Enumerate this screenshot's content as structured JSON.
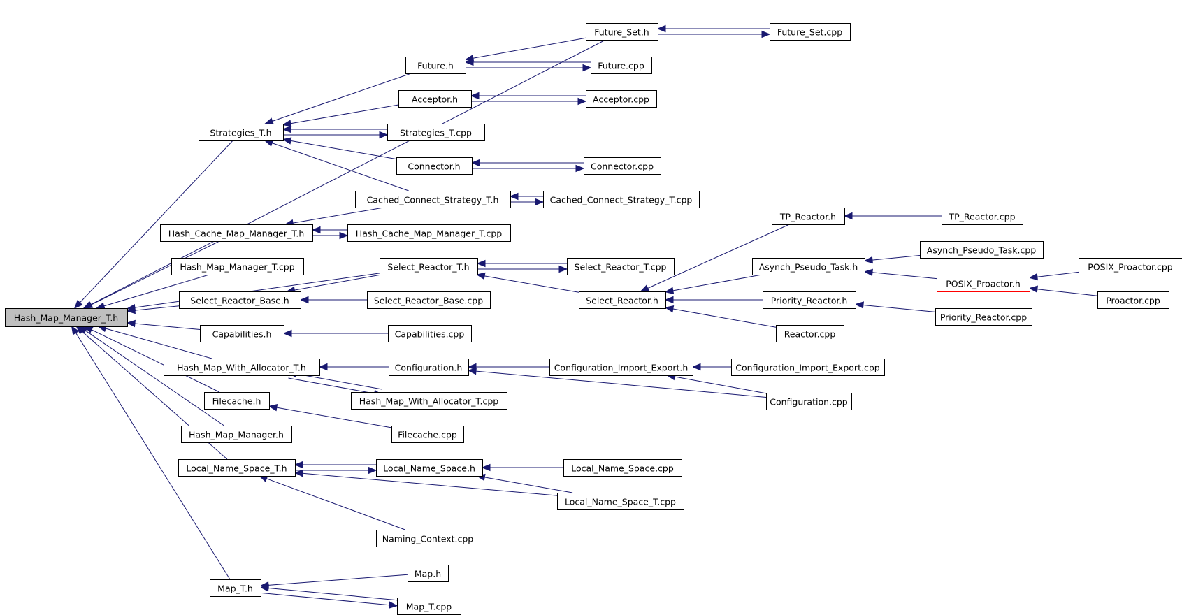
{
  "graph": {
    "nodes": [
      {
        "id": "hmm_t_h",
        "label": "Hash_Map_Manager_T.h",
        "root": true
      },
      {
        "id": "strategies_t_h",
        "label": "Strategies_T.h"
      },
      {
        "id": "hcmm_t_h",
        "label": "Hash_Cache_Map_Manager_T.h"
      },
      {
        "id": "hmm_t_cpp",
        "label": "Hash_Map_Manager_T.cpp"
      },
      {
        "id": "srb_h",
        "label": "Select_Reactor_Base.h"
      },
      {
        "id": "capabilities_h",
        "label": "Capabilities.h"
      },
      {
        "id": "hmwa_t_h",
        "label": "Hash_Map_With_Allocator_T.h"
      },
      {
        "id": "filecache_h",
        "label": "Filecache.h"
      },
      {
        "id": "hmm_h",
        "label": "Hash_Map_Manager.h"
      },
      {
        "id": "lns_t_h",
        "label": "Local_Name_Space_T.h"
      },
      {
        "id": "map_t_h",
        "label": "Map_T.h"
      },
      {
        "id": "future_h",
        "label": "Future.h"
      },
      {
        "id": "acceptor_h",
        "label": "Acceptor.h"
      },
      {
        "id": "strategies_t_cpp",
        "label": "Strategies_T.cpp"
      },
      {
        "id": "connector_h",
        "label": "Connector.h"
      },
      {
        "id": "ccs_t_h",
        "label": "Cached_Connect_Strategy_T.h"
      },
      {
        "id": "hcmm_t_cpp",
        "label": "Hash_Cache_Map_Manager_T.cpp"
      },
      {
        "id": "sr_t_h",
        "label": "Select_Reactor_T.h"
      },
      {
        "id": "srb_cpp",
        "label": "Select_Reactor_Base.cpp"
      },
      {
        "id": "capabilities_cpp",
        "label": "Capabilities.cpp"
      },
      {
        "id": "configuration_h",
        "label": "Configuration.h"
      },
      {
        "id": "hmwa_t_cpp",
        "label": "Hash_Map_With_Allocator_T.cpp"
      },
      {
        "id": "filecache_cpp",
        "label": "Filecache.cpp"
      },
      {
        "id": "lns_h",
        "label": "Local_Name_Space.h"
      },
      {
        "id": "naming_context_cpp",
        "label": "Naming_Context.cpp"
      },
      {
        "id": "map_h",
        "label": "Map.h"
      },
      {
        "id": "map_t_cpp",
        "label": "Map_T.cpp"
      },
      {
        "id": "future_set_h",
        "label": "Future_Set.h"
      },
      {
        "id": "future_cpp",
        "label": "Future.cpp"
      },
      {
        "id": "acceptor_cpp",
        "label": "Acceptor.cpp"
      },
      {
        "id": "connector_cpp",
        "label": "Connector.cpp"
      },
      {
        "id": "ccs_t_cpp",
        "label": "Cached_Connect_Strategy_T.cpp"
      },
      {
        "id": "sr_t_cpp",
        "label": "Select_Reactor_T.cpp"
      },
      {
        "id": "select_reactor_h",
        "label": "Select_Reactor.h"
      },
      {
        "id": "cie_h",
        "label": "Configuration_Import_Export.h"
      },
      {
        "id": "lns_cpp",
        "label": "Local_Name_Space.cpp"
      },
      {
        "id": "lns_t_cpp",
        "label": "Local_Name_Space_T.cpp"
      },
      {
        "id": "future_set_cpp",
        "label": "Future_Set.cpp"
      },
      {
        "id": "tp_reactor_h",
        "label": "TP_Reactor.h"
      },
      {
        "id": "apt_h",
        "label": "Asynch_Pseudo_Task.h"
      },
      {
        "id": "priority_reactor_h",
        "label": "Priority_Reactor.h"
      },
      {
        "id": "reactor_cpp",
        "label": "Reactor.cpp"
      },
      {
        "id": "cie_cpp",
        "label": "Configuration_Import_Export.cpp"
      },
      {
        "id": "configuration_cpp",
        "label": "Configuration.cpp"
      },
      {
        "id": "tp_reactor_cpp",
        "label": "TP_Reactor.cpp"
      },
      {
        "id": "apt_cpp",
        "label": "Asynch_Pseudo_Task.cpp"
      },
      {
        "id": "posix_proactor_h",
        "label": "POSIX_Proactor.h",
        "highlight": true
      },
      {
        "id": "priority_reactor_cpp",
        "label": "Priority_Reactor.cpp"
      },
      {
        "id": "posix_proactor_cpp",
        "label": "POSIX_Proactor.cpp"
      },
      {
        "id": "proactor_cpp",
        "label": "Proactor.cpp"
      }
    ],
    "edges": [
      [
        "strategies_t_h",
        "hmm_t_h"
      ],
      [
        "hcmm_t_h",
        "hmm_t_h"
      ],
      [
        "hmm_t_cpp",
        "hmm_t_h"
      ],
      [
        "srb_h",
        "hmm_t_h"
      ],
      [
        "capabilities_h",
        "hmm_t_h"
      ],
      [
        "hmwa_t_h",
        "hmm_t_h"
      ],
      [
        "filecache_h",
        "hmm_t_h"
      ],
      [
        "hmm_h",
        "hmm_t_h"
      ],
      [
        "lns_t_h",
        "hmm_t_h"
      ],
      [
        "map_t_h",
        "hmm_t_h"
      ],
      [
        "future_set_h",
        "hmm_t_h"
      ],
      [
        "sr_t_h",
        "hmm_t_h"
      ],
      [
        "future_h",
        "strategies_t_h"
      ],
      [
        "acceptor_h",
        "strategies_t_h"
      ],
      [
        "strategies_t_cpp",
        "strategies_t_h"
      ],
      [
        "strategies_t_h",
        "strategies_t_cpp"
      ],
      [
        "connector_h",
        "strategies_t_h"
      ],
      [
        "ccs_t_h",
        "strategies_t_h"
      ],
      [
        "ccs_t_h",
        "hcmm_t_h"
      ],
      [
        "hcmm_t_cpp",
        "hcmm_t_h"
      ],
      [
        "hcmm_t_h",
        "hcmm_t_cpp"
      ],
      [
        "sr_t_h",
        "srb_h"
      ],
      [
        "srb_cpp",
        "srb_h"
      ],
      [
        "capabilities_cpp",
        "capabilities_h"
      ],
      [
        "configuration_h",
        "hmwa_t_h"
      ],
      [
        "hmwa_t_cpp",
        "hmwa_t_h"
      ],
      [
        "hmwa_t_h",
        "hmwa_t_cpp"
      ],
      [
        "filecache_cpp",
        "filecache_h"
      ],
      [
        "lns_h",
        "lns_t_h"
      ],
      [
        "lns_t_h",
        "lns_h"
      ],
      [
        "lns_t_cpp",
        "lns_t_h"
      ],
      [
        "naming_context_cpp",
        "lns_t_h"
      ],
      [
        "map_h",
        "map_t_h"
      ],
      [
        "map_t_cpp",
        "map_t_h"
      ],
      [
        "map_t_h",
        "map_t_cpp"
      ],
      [
        "future_set_h",
        "future_h"
      ],
      [
        "future_cpp",
        "future_h"
      ],
      [
        "future_h",
        "future_cpp"
      ],
      [
        "acceptor_cpp",
        "acceptor_h"
      ],
      [
        "acceptor_h",
        "acceptor_cpp"
      ],
      [
        "connector_cpp",
        "connector_h"
      ],
      [
        "connector_h",
        "connector_cpp"
      ],
      [
        "ccs_t_cpp",
        "ccs_t_h"
      ],
      [
        "ccs_t_h",
        "ccs_t_cpp"
      ],
      [
        "sr_t_cpp",
        "sr_t_h"
      ],
      [
        "sr_t_h",
        "sr_t_cpp"
      ],
      [
        "select_reactor_h",
        "sr_t_h"
      ],
      [
        "cie_h",
        "configuration_h"
      ],
      [
        "configuration_cpp",
        "configuration_h"
      ],
      [
        "lns_cpp",
        "lns_h"
      ],
      [
        "lns_t_cpp",
        "lns_h"
      ],
      [
        "future_set_cpp",
        "future_set_h"
      ],
      [
        "future_set_h",
        "future_set_cpp"
      ],
      [
        "tp_reactor_h",
        "select_reactor_h"
      ],
      [
        "apt_h",
        "select_reactor_h"
      ],
      [
        "priority_reactor_h",
        "select_reactor_h"
      ],
      [
        "reactor_cpp",
        "select_reactor_h"
      ],
      [
        "cie_cpp",
        "cie_h"
      ],
      [
        "configuration_cpp",
        "cie_h"
      ],
      [
        "tp_reactor_cpp",
        "tp_reactor_h"
      ],
      [
        "apt_cpp",
        "apt_h"
      ],
      [
        "posix_proactor_h",
        "apt_h"
      ],
      [
        "priority_reactor_cpp",
        "priority_reactor_h"
      ],
      [
        "posix_proactor_cpp",
        "posix_proactor_h"
      ],
      [
        "proactor_cpp",
        "posix_proactor_h"
      ]
    ]
  }
}
